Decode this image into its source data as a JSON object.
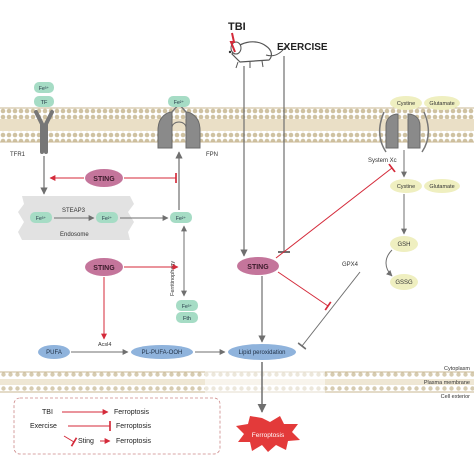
{
  "top": {
    "tbi": "TBI",
    "exercise": "EXERCISE"
  },
  "labels": {
    "tfr1": "TFR1",
    "fpn": "FPN",
    "system_xc": "System Xc",
    "steap3": "STEAP3",
    "endosome": "Endosome",
    "ferritinophagy": "Ferritinophagy",
    "acsl4": "Acsl4",
    "gpx4": "GPX4",
    "cytoplasm": "Cytoplasm",
    "plasma_membrane": "Plasma membrane",
    "cell_exterior": "Cell exterior"
  },
  "nodes": {
    "fe3_top": "Fe³⁺",
    "tf": "TF",
    "fe3_endo": "Fe³⁺",
    "fe2_endo": "Fe²⁺",
    "fe2_pool": "Fe²⁺",
    "fe2_fpn": "Fe²⁺",
    "fe3_fth": "Fe³⁺",
    "fth": "Fth",
    "sting_top": "STING",
    "sting_mid": "STING",
    "sting_center": "STING",
    "pufa": "PUFA",
    "pl_pufa_ooh": "PL-PUFA-OOH",
    "lipid_peroxidation": "Lipid peroxidation",
    "cystine_out": "Cystine",
    "glutamate_out": "Glutamate",
    "cystine_in": "Cystine",
    "glutamate_in": "Glutamate",
    "gsh": "GSH",
    "gssg": "GSSG",
    "ferroptosis": "Ferroptosis"
  },
  "legend": {
    "row1_from": "TBI",
    "row1_to": "Ferroptosis",
    "row2_from": "Exercise",
    "row2_to": "Ferroptosis",
    "row3_from": "Sting",
    "row3_to": "Ferroptosis"
  },
  "colors": {
    "activation": "#d42a3a",
    "inhibition_gray": "#6f6f6f",
    "sting_fill": "#c4759b",
    "iron_fill": "#a6dcc5",
    "pufa_fill": "#8fb3dc",
    "gsh_fill": "#efefc0",
    "membrane_gold": "#c8b792",
    "ferroptosis_red": "#e33a3a"
  }
}
